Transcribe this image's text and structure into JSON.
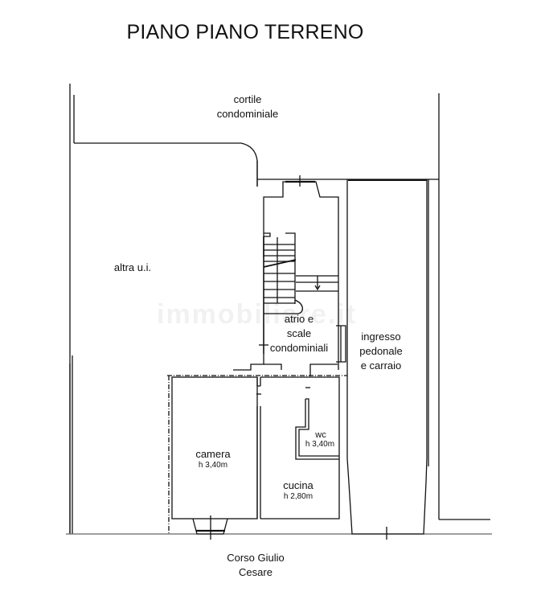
{
  "title": "PIANO PIANO TERRENO",
  "labels": {
    "courtyard": [
      "cortile",
      "condominiale"
    ],
    "other_unit": "altra u.i.",
    "atrium": [
      "atrio e",
      "scale",
      "condominiali"
    ],
    "entrance": [
      "ingresso",
      "pedonale",
      "e carraio"
    ],
    "bedroom": {
      "name": "camera",
      "height": "h 3,40m"
    },
    "wc": {
      "name": "wc",
      "height": "h 3,40m"
    },
    "kitchen": {
      "name": "cucina",
      "height": "h 2,80m"
    },
    "street": [
      "Corso Giulio",
      "Cesare"
    ]
  },
  "watermark": "immobiliare.it",
  "colors": {
    "line": "#111111",
    "background": "#ffffff"
  }
}
